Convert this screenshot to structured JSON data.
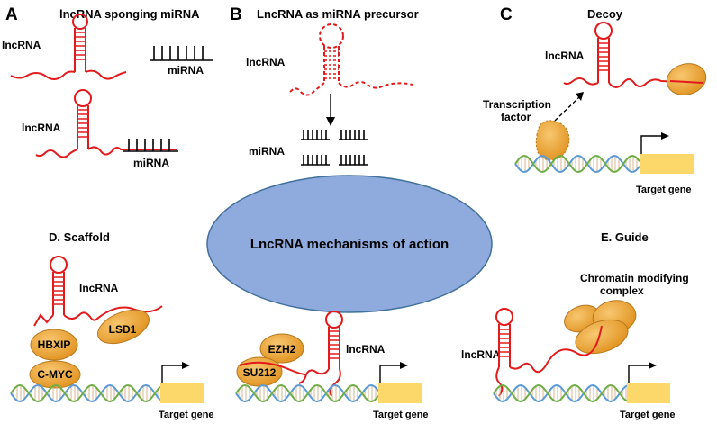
{
  "panels": {
    "A": {
      "letter": "A",
      "title": "lncRNA sponging miRNA",
      "lncrna_label_1": "lncRNA",
      "mirna_label_1": "miRNA",
      "lncrna_label_2": "lncRNA",
      "mirna_label_2": "miRNA"
    },
    "B": {
      "letter": "B",
      "title": "LncRNA as miRNA precursor",
      "lncrna_label": "lncRNA",
      "mirna_label": "miRNA"
    },
    "C": {
      "letter": "C",
      "title": "Decoy",
      "lncrna_label": "lncRNA",
      "tf_label_line1": "Transcription",
      "tf_label_line2": "factor",
      "target_gene": "Target gene"
    },
    "D": {
      "title": "D. Scaffold",
      "lncrna_label": "lncRNA",
      "proteins": [
        "HBXIP",
        "LSD1",
        "C-MYC"
      ],
      "target_gene": "Target gene"
    },
    "center": {
      "title": "LncRNA mechanisms of action"
    },
    "mid": {
      "lncrna_label": "lncRNA",
      "proteins": [
        "EZH2",
        "SU212"
      ],
      "target_gene": "Target gene"
    },
    "E": {
      "title": "E. Guide",
      "complex_line1": "Chromatin modifying",
      "complex_line2": "complex",
      "lncrna_label": "lncRNA",
      "target_gene": "Target gene"
    }
  },
  "colors": {
    "lncrna": "#e31a1c",
    "mirna": "#000000",
    "protein": "#f0a430",
    "ellipse_fill": "#8faadc",
    "ellipse_stroke": "#41719c",
    "gene_box": "#fcd769",
    "dna_strand_1": "#5b9bd5",
    "dna_strand_2": "#70ad47"
  }
}
